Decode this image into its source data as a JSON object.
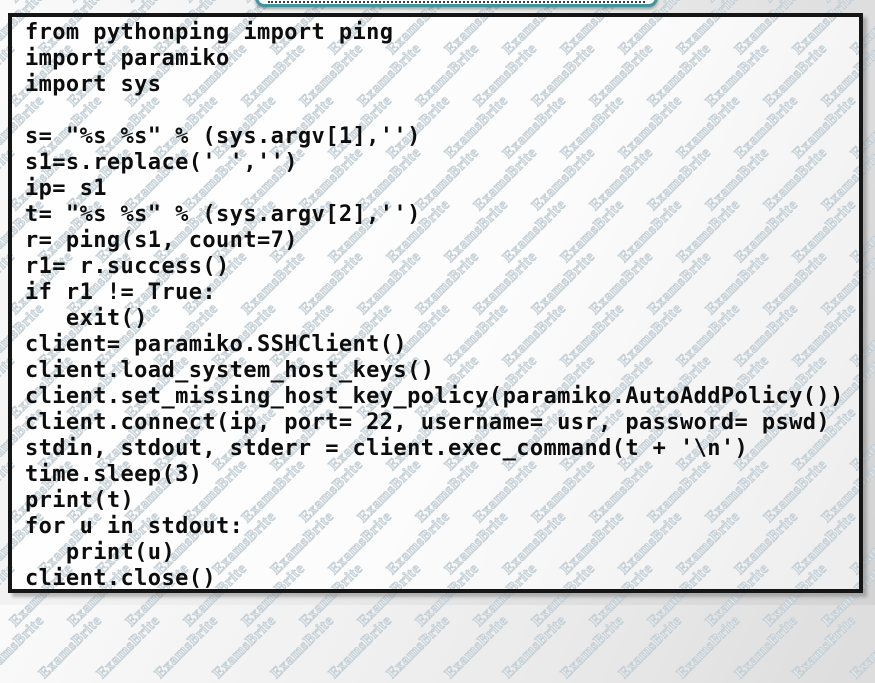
{
  "watermark": {
    "text": "ExamsBrite",
    "stroke_color": "#c4cfd6"
  },
  "accents": {
    "teal_border": "#3f959b",
    "panel_border": "#151515"
  },
  "code": {
    "language": "python",
    "lines": [
      "from pythonping import ping",
      "import paramiko",
      "import sys",
      "",
      "s= \"%s %s\" % (sys.argv[1],'')",
      "s1=s.replace(' ','')",
      "ip= s1",
      "t= \"%s %s\" % (sys.argv[2],'')",
      "r= ping(s1, count=7)",
      "r1= r.success()",
      "if r1 != True:",
      "   exit()",
      "client= paramiko.SSHClient()",
      "client.load_system_host_keys()",
      "client.set_missing_host_key_policy(paramiko.AutoAddPolicy())",
      "client.connect(ip, port= 22, username= usr, password= pswd)",
      "stdin, stdout, stderr = client.exec_command(t + '\\n')",
      "time.sleep(3)",
      "print(t)",
      "for u in stdout:",
      "   print(u)",
      "client.close()"
    ]
  }
}
